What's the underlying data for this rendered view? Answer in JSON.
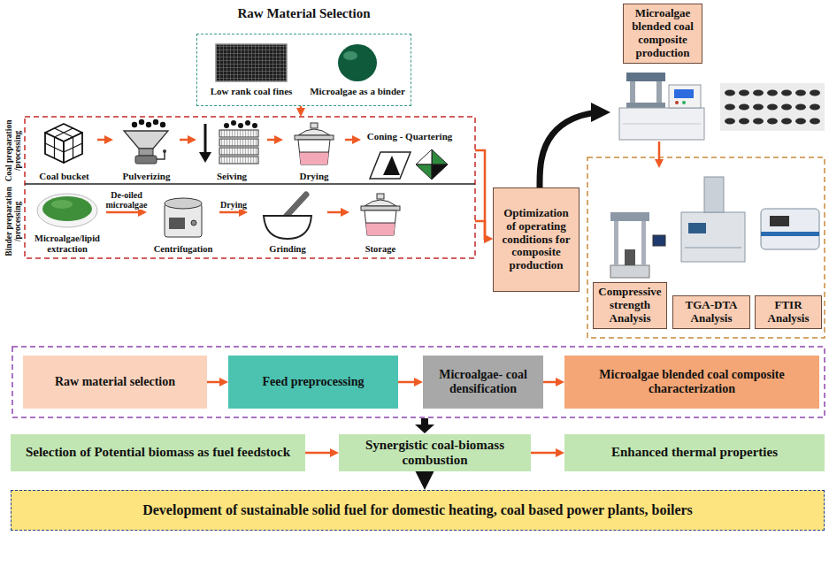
{
  "diagram": {
    "nodes": [
      {
        "text": [
          "Raw Material Selection"
        ]
      },
      {
        "text": [
          "Coal preparation /processing"
        ]
      },
      {
        "text": [
          "Coal bucket"
        ],
        "in": 1
      },
      {
        "text": [
          "Pulverizing"
        ],
        "in": 1
      },
      {
        "text": [
          "Seiving"
        ],
        "in": 1
      },
      {
        "text": [
          "Drying"
        ],
        "in": 1
      },
      {
        "text": [
          "Coning - Quartering"
        ],
        "in": 1
      },
      {
        "text": [
          "Binder preparation /processing"
        ]
      },
      {
        "text": [
          "Microalgae/lipid extraction"
        ],
        "in": 7
      },
      {
        "text": [
          "Centrifugation"
        ],
        "in": 7
      },
      {
        "text": [
          "Grinding"
        ],
        "in": 7
      },
      {
        "text": [
          "Storage"
        ],
        "in": 7
      },
      {
        "text": [
          "Optimization of operating conditions for composite production"
        ]
      },
      {
        "text": [
          "Microalgae blended coal composite production"
        ]
      },
      {
        "text": [
          "Compressive strength Analysis"
        ]
      },
      {
        "text": [
          "TGA-DTA Analysis"
        ]
      },
      {
        "text": [
          "FTIR Analysis"
        ]
      },
      {
        "text": [
          "Raw material selection"
        ]
      },
      {
        "text": [
          "Feed preprocessing"
        ]
      },
      {
        "text": [
          "Microalgae- coal densification"
        ]
      },
      {
        "text": [
          "Microalgae blended coal composite characterization"
        ]
      },
      {
        "text": [
          "Selection of Potential biomass as fuel feedstock"
        ]
      },
      {
        "text": [
          "Synergistic coal-biomass combustion"
        ]
      },
      {
        "text": [
          "Enhanced thermal properties"
        ]
      },
      {
        "text": [
          "Development of sustainable solid fuel for domestic heating, coal based power plants, boilers"
        ]
      }
    ],
    "edges": [
      {
        "from": 0,
        "to": 1,
        "arrow": "to"
      },
      {
        "from": 2,
        "to": 3,
        "arrow": "to"
      },
      {
        "from": 3,
        "to": 4,
        "arrow": "to"
      },
      {
        "from": 4,
        "to": 5,
        "arrow": "to"
      },
      {
        "from": 5,
        "to": 6,
        "arrow": "to"
      },
      {
        "from": 8,
        "to": 9,
        "label": "De-oiled microalgae",
        "arrow": "to"
      },
      {
        "from": 9,
        "to": 10,
        "label": "Drying",
        "arrow": "to"
      },
      {
        "from": 10,
        "to": 11,
        "arrow": "to"
      },
      {
        "from": 1,
        "to": 12,
        "arrow": "to"
      },
      {
        "from": 7,
        "to": 12,
        "arrow": "to"
      },
      {
        "from": 12,
        "to": 13,
        "arrow": "to"
      },
      {
        "from": 13,
        "to": 14,
        "arrow": "to"
      },
      {
        "from": 17,
        "to": 18,
        "arrow": "to"
      },
      {
        "from": 18,
        "to": 19,
        "arrow": "to"
      },
      {
        "from": 19,
        "to": 20,
        "arrow": "to"
      },
      {
        "from": 21,
        "to": 22,
        "arrow": "to"
      },
      {
        "from": 22,
        "to": 23,
        "arrow": "to"
      },
      {
        "from": 22,
        "to": 24,
        "arrow": "to"
      }
    ],
    "labels": [
      "Low rank coal fines",
      "Microalgae as a binder"
    ]
  }
}
